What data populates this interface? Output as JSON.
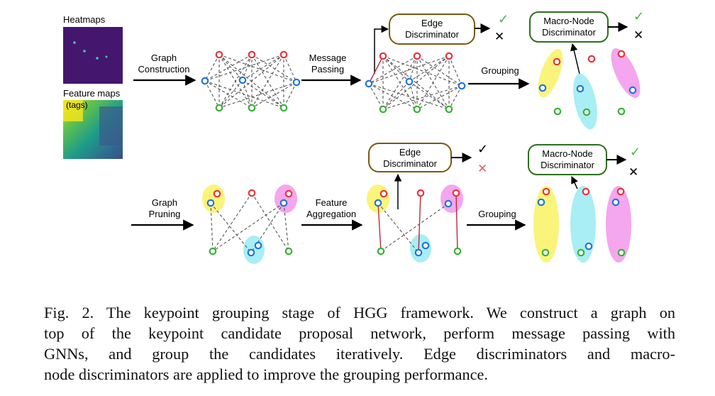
{
  "panels": {
    "heatmaps_label": "Heatmaps",
    "feature_maps_label": "Feature maps",
    "tags_label": "(tags)"
  },
  "labels": {
    "graph_construction_1": "Graph",
    "graph_construction_2": "Construction",
    "message_passing_1": "Message",
    "message_passing_2": "Passing",
    "grouping_top": "Grouping",
    "graph_pruning_1": "Graph",
    "graph_pruning_2": "Pruning",
    "feature_aggregation_1": "Feature",
    "feature_aggregation_2": "Aggregation",
    "grouping_bottom": "Grouping"
  },
  "boxes": {
    "edge_disc_top_1": "Edge",
    "edge_disc_top_2": "Discriminator",
    "macro_disc_top_1": "Macro-Node",
    "macro_disc_top_2": "Discriminator",
    "edge_disc_bottom_1": "Edge",
    "edge_disc_bottom_2": "Discriminator",
    "macro_disc_bottom_1": "Macro-Node",
    "macro_disc_bottom_2": "Discriminator"
  },
  "marks": {
    "check": "✓",
    "cross": "✕"
  },
  "colors": {
    "red_node": "#e8333a",
    "blue_node": "#1f77d4",
    "green_node": "#35b335",
    "edge_box_border": "#7a5a10",
    "macro_box_border": "#2f6f1f",
    "yellow_group": "#fbf47a",
    "pink_group": "#f4a6ee",
    "cyan_group": "#a8eef4",
    "heatmap_bg": "#45166e",
    "red_edge": "#c0283c",
    "green_check": "#4cb848",
    "red_cross": "#e0606a"
  },
  "caption": {
    "line1": "Fig. 2. The keypoint grouping stage of HGG framework. We construct a graph on",
    "line2": "top of the keypoint candidate proposal network, perform message passing with",
    "line3": "GNNs, and group the candidates iteratively. Edge discriminators and macro-",
    "line4": "node discriminators are applied to improve the grouping performance."
  }
}
